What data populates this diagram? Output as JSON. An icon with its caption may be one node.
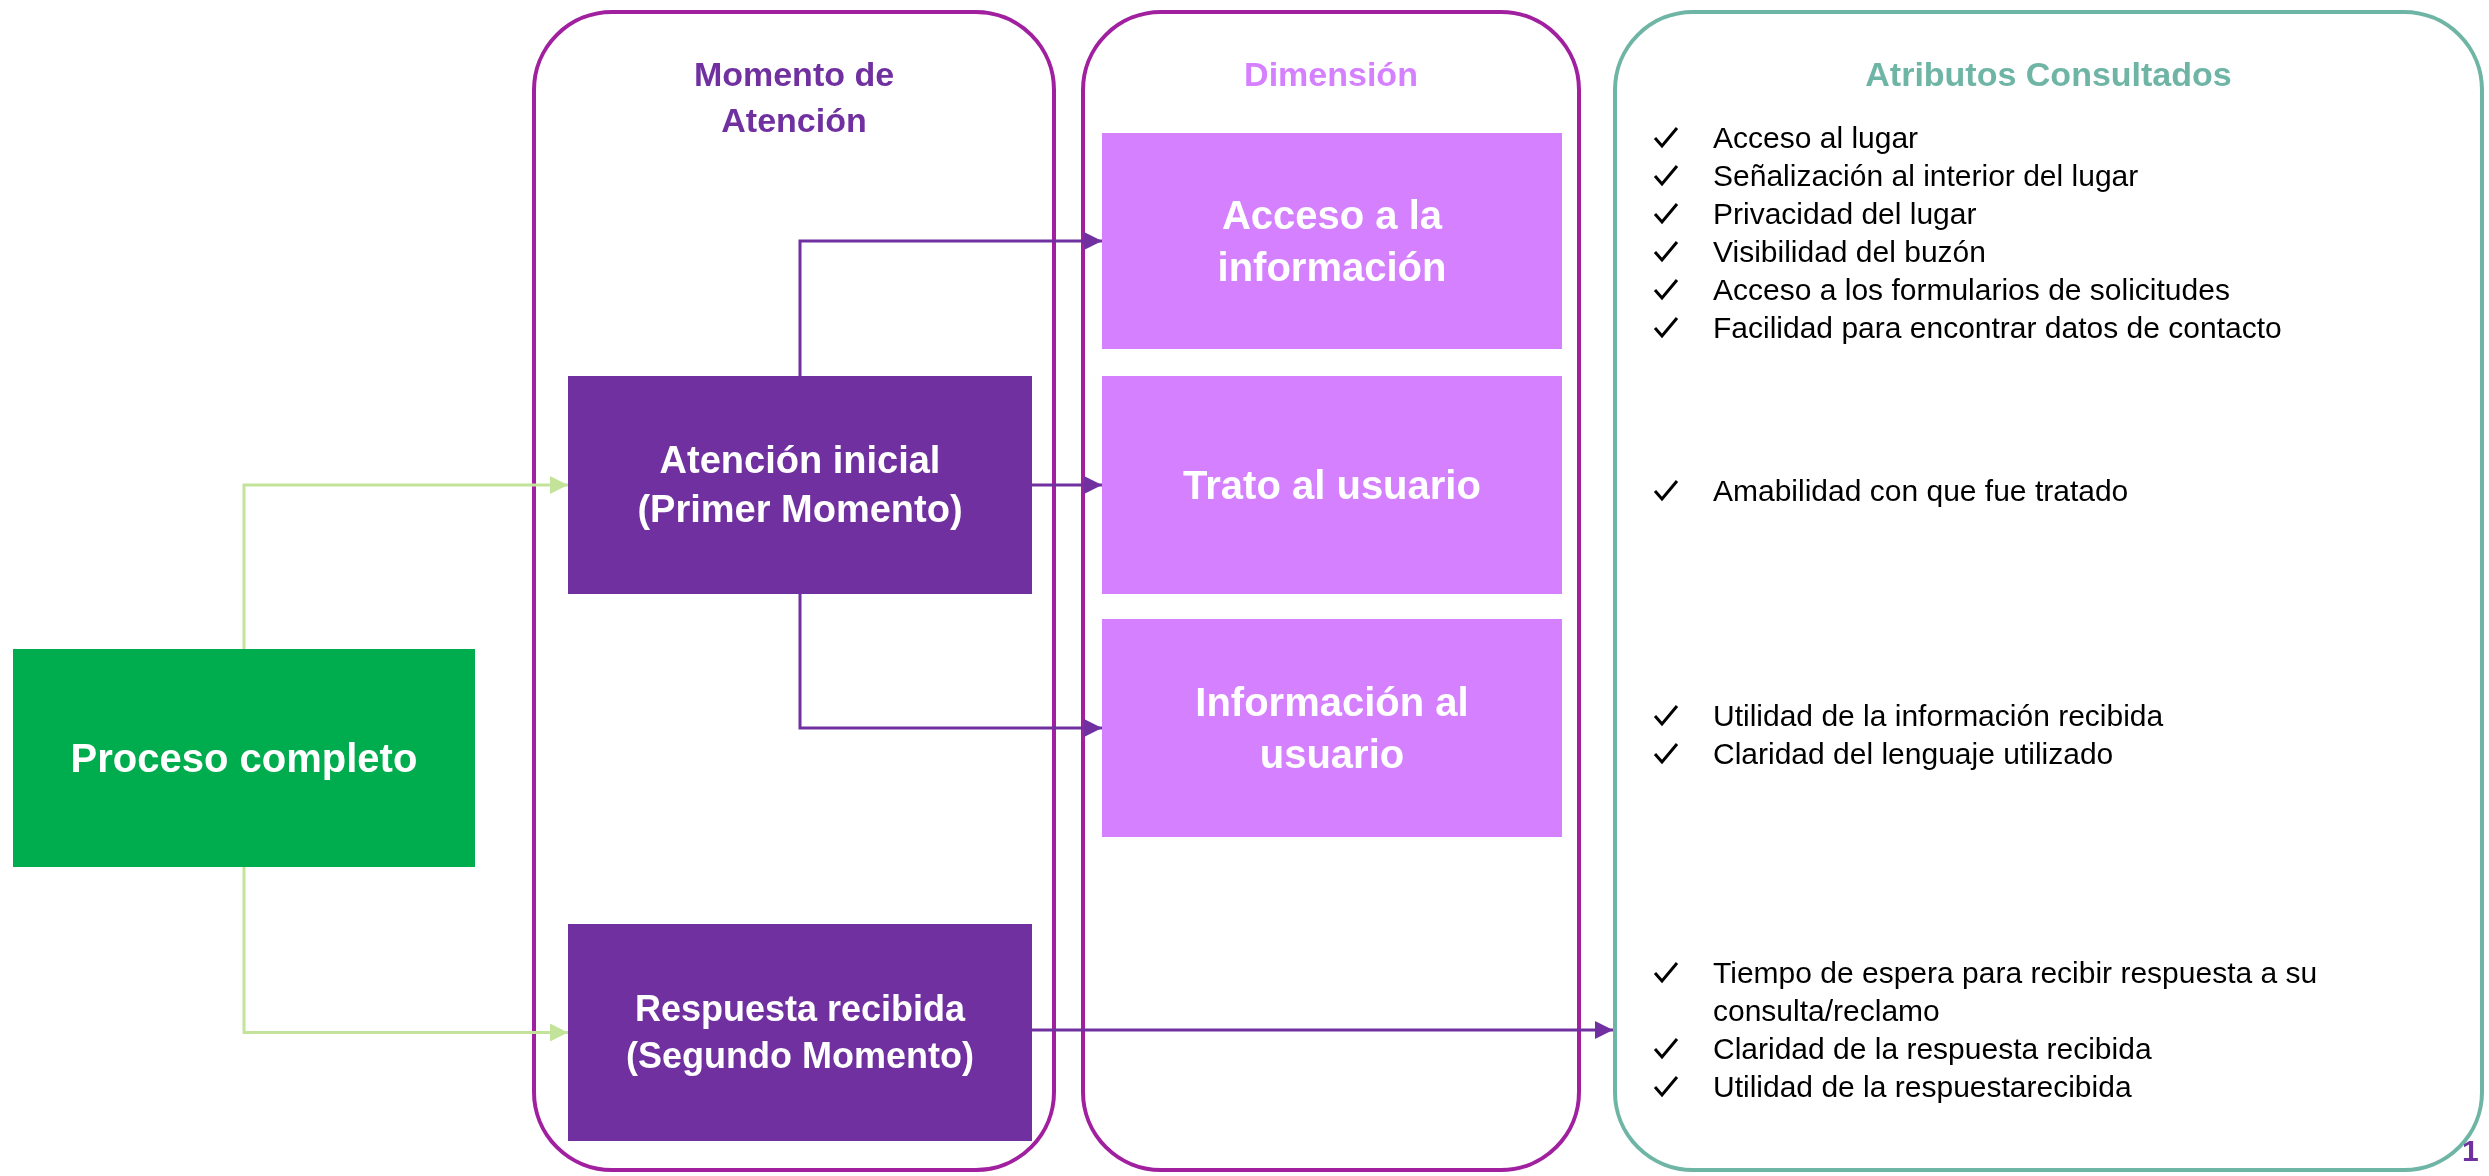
{
  "diagram": {
    "nodes": [
      {
        "text": [
          "Proceso completo"
        ]
      },
      {
        "text": [
          "Momento de Atención"
        ]
      },
      {
        "text": [
          "Atención inicial (Primer Momento)"
        ],
        "in": 1
      },
      {
        "text": [
          "Respuesta recibida (Segundo Momento)"
        ],
        "in": 1
      },
      {
        "text": [
          "Dimensión"
        ]
      },
      {
        "text": [
          "Acceso a la información"
        ],
        "in": 4
      },
      {
        "text": [
          "Trato al usuario"
        ],
        "in": 4
      },
      {
        "text": [
          "Información al usuario"
        ],
        "in": 4
      },
      {
        "text": [
          "Atributos Consultados",
          "Acceso al lugar",
          "Señalización al interior del lugar",
          "Privacidad del lugar",
          "Visibilidad del buzón",
          "Acceso a los formularios de solicitudes",
          "Facilidad para encontrar datos de contacto",
          "Amabilidad con que fue tratado",
          "Utilidad de la información recibida",
          "Claridad del lenguaje utilizado",
          "Tiempo de espera para recibir respuesta a su consulta/reclamo",
          "Claridad de la respuesta recibida",
          "Utilidad de la respuestarecibida"
        ]
      }
    ],
    "edges": [
      {
        "from": 0,
        "to": 2,
        "arrow": "to",
        "color": "#c4e39a"
      },
      {
        "from": 0,
        "to": 3,
        "arrow": "to",
        "color": "#c4e39a"
      },
      {
        "from": 2,
        "to": 5,
        "arrow": "to"
      },
      {
        "from": 2,
        "to": 6,
        "arrow": "to"
      },
      {
        "from": 2,
        "to": 7,
        "arrow": "to"
      },
      {
        "from": 3,
        "to": 8,
        "arrow": "to"
      }
    ],
    "labels": [
      "1"
    ]
  }
}
